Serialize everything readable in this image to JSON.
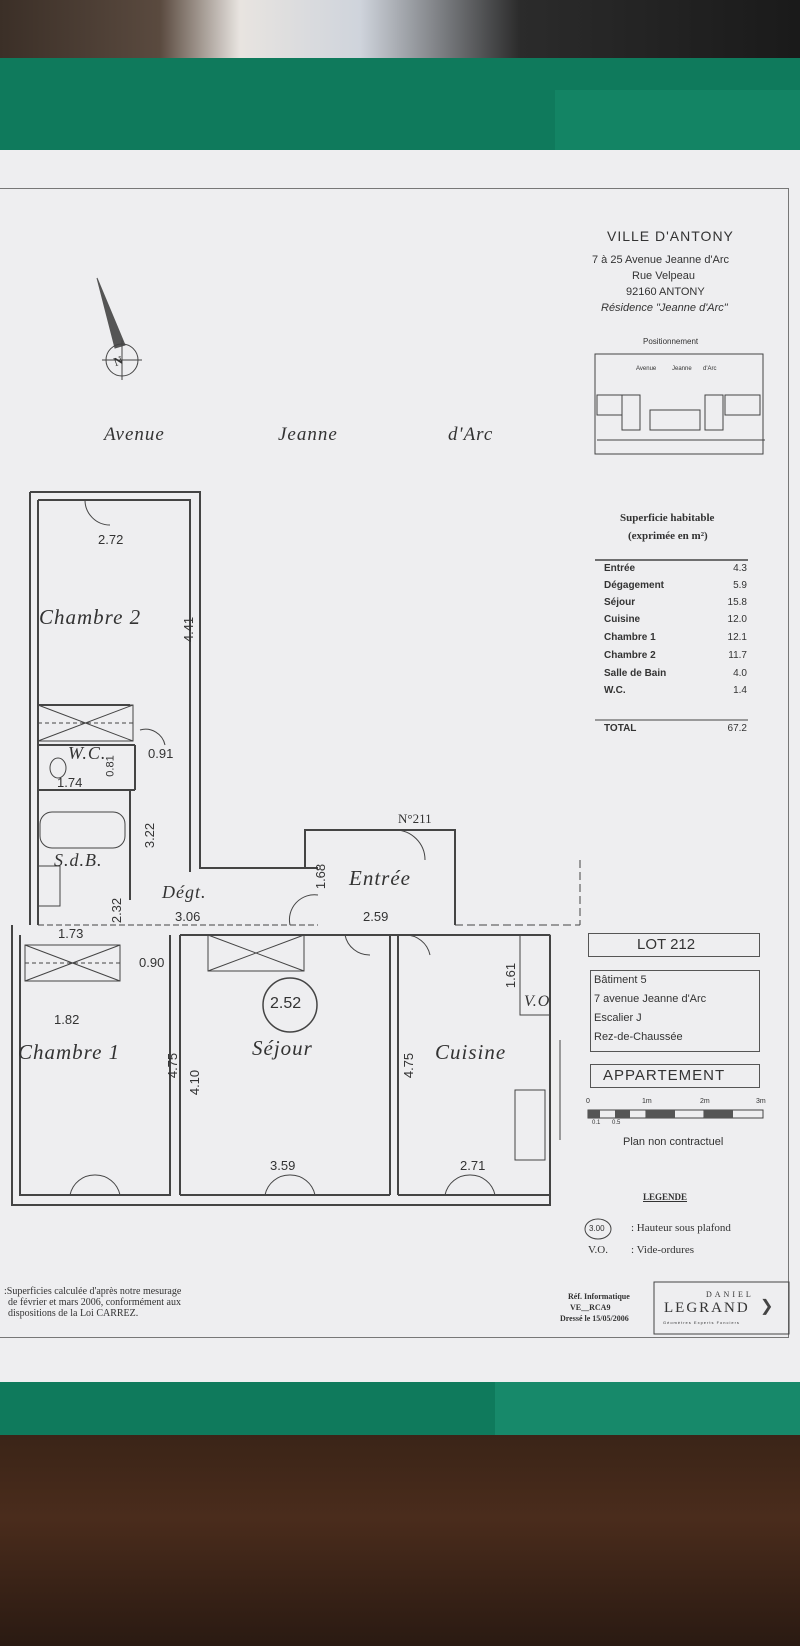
{
  "header": {
    "city": "VILLE D'ANTONY",
    "address_line1": "7 à 25 Avenue Jeanne d'Arc",
    "address_line2": "Rue Velpeau",
    "address_line3": "92160 ANTONY",
    "residence": "Résidence \"Jeanne d'Arc\""
  },
  "positioning": {
    "label": "Positionnement",
    "street": [
      "Avenue",
      "Jeanne",
      "d'Arc"
    ]
  },
  "street_labels": [
    "Avenue",
    "Jeanne",
    "d'Arc"
  ],
  "rooms": {
    "chambre2": "Chambre 2",
    "wc": "W.C.",
    "sdb": "S.d.B.",
    "degt": "Dégt.",
    "entree": "Entrée",
    "chambre1": "Chambre 1",
    "sejour": "Séjour",
    "cuisine": "Cuisine",
    "vo": "V.O",
    "door_number": "N°211",
    "ceiling_height": "2.52"
  },
  "dimensions": {
    "c2_width": "2.72",
    "c2_height": "4.41",
    "wc_w": "1.74",
    "wc_h": "0.81",
    "wc_side": "0.91",
    "sdb_h": "3.22",
    "sdb_w": "1.73",
    "sdb_h2": "2.32",
    "degt_w": "3.06",
    "entree_h": "1.68",
    "entree_w": "2.59",
    "c1_top": "0.90",
    "c1_w": "1.82",
    "c1_h": "4.75",
    "sej_h": "4.10",
    "sej_w": "3.59",
    "cui_h": "4.75",
    "cui_w": "2.71",
    "cui_vo": "1.61"
  },
  "surface": {
    "title": "Superficie habitable",
    "subtitle": "(exprimée en m²)",
    "rows": [
      {
        "label": "Entrée",
        "value": "4.3"
      },
      {
        "label": "Dégagement",
        "value": "5.9"
      },
      {
        "label": "Séjour",
        "value": "15.8"
      },
      {
        "label": "Cuisine",
        "value": "12.0"
      },
      {
        "label": "Chambre 1",
        "value": "12.1"
      },
      {
        "label": "Chambre 2",
        "value": "11.7"
      },
      {
        "label": "Salle de Bain",
        "value": "4.0"
      },
      {
        "label": "W.C.",
        "value": "1.4"
      }
    ],
    "total_label": "TOTAL",
    "total_value": "67.2"
  },
  "lot": {
    "title": "LOT 212",
    "batiment": "Bâtiment 5",
    "address": "7 avenue Jeanne d'Arc",
    "escalier": "Escalier   J",
    "niveau": "Rez-de-Chaussée",
    "type": "APPARTEMENT"
  },
  "scale": {
    "labels": [
      "0",
      "1m",
      "2m",
      "3m"
    ],
    "sub": [
      "0.1",
      "0.5"
    ],
    "note": "Plan non contractuel"
  },
  "legend": {
    "title": "LEGENDE",
    "symbol": "3.00",
    "symbol_text": ":   Hauteur sous plafond",
    "vo": "V.O.",
    "vo_text": ":   Vide-ordures"
  },
  "footer": {
    "note1": ":Superficies calculée d'après notre mesurage",
    "note2": "de février et mars 2006, conformément aux",
    "note3": "dispositions de la Loi CARREZ.",
    "ref1": "Réf. Informatique",
    "ref2": "VE__RCA9",
    "ref3": "Dressé le 15/05/2006",
    "brand_top": "DANIEL",
    "brand": "LEGRAND",
    "brand_sub": "Géomètres Experts Fonciers"
  },
  "compass": {
    "letter": "N"
  },
  "colors": {
    "folder": "#0f7a5c",
    "paper": "#eeeef0",
    "ink": "#333333",
    "table": "#3a2417"
  }
}
